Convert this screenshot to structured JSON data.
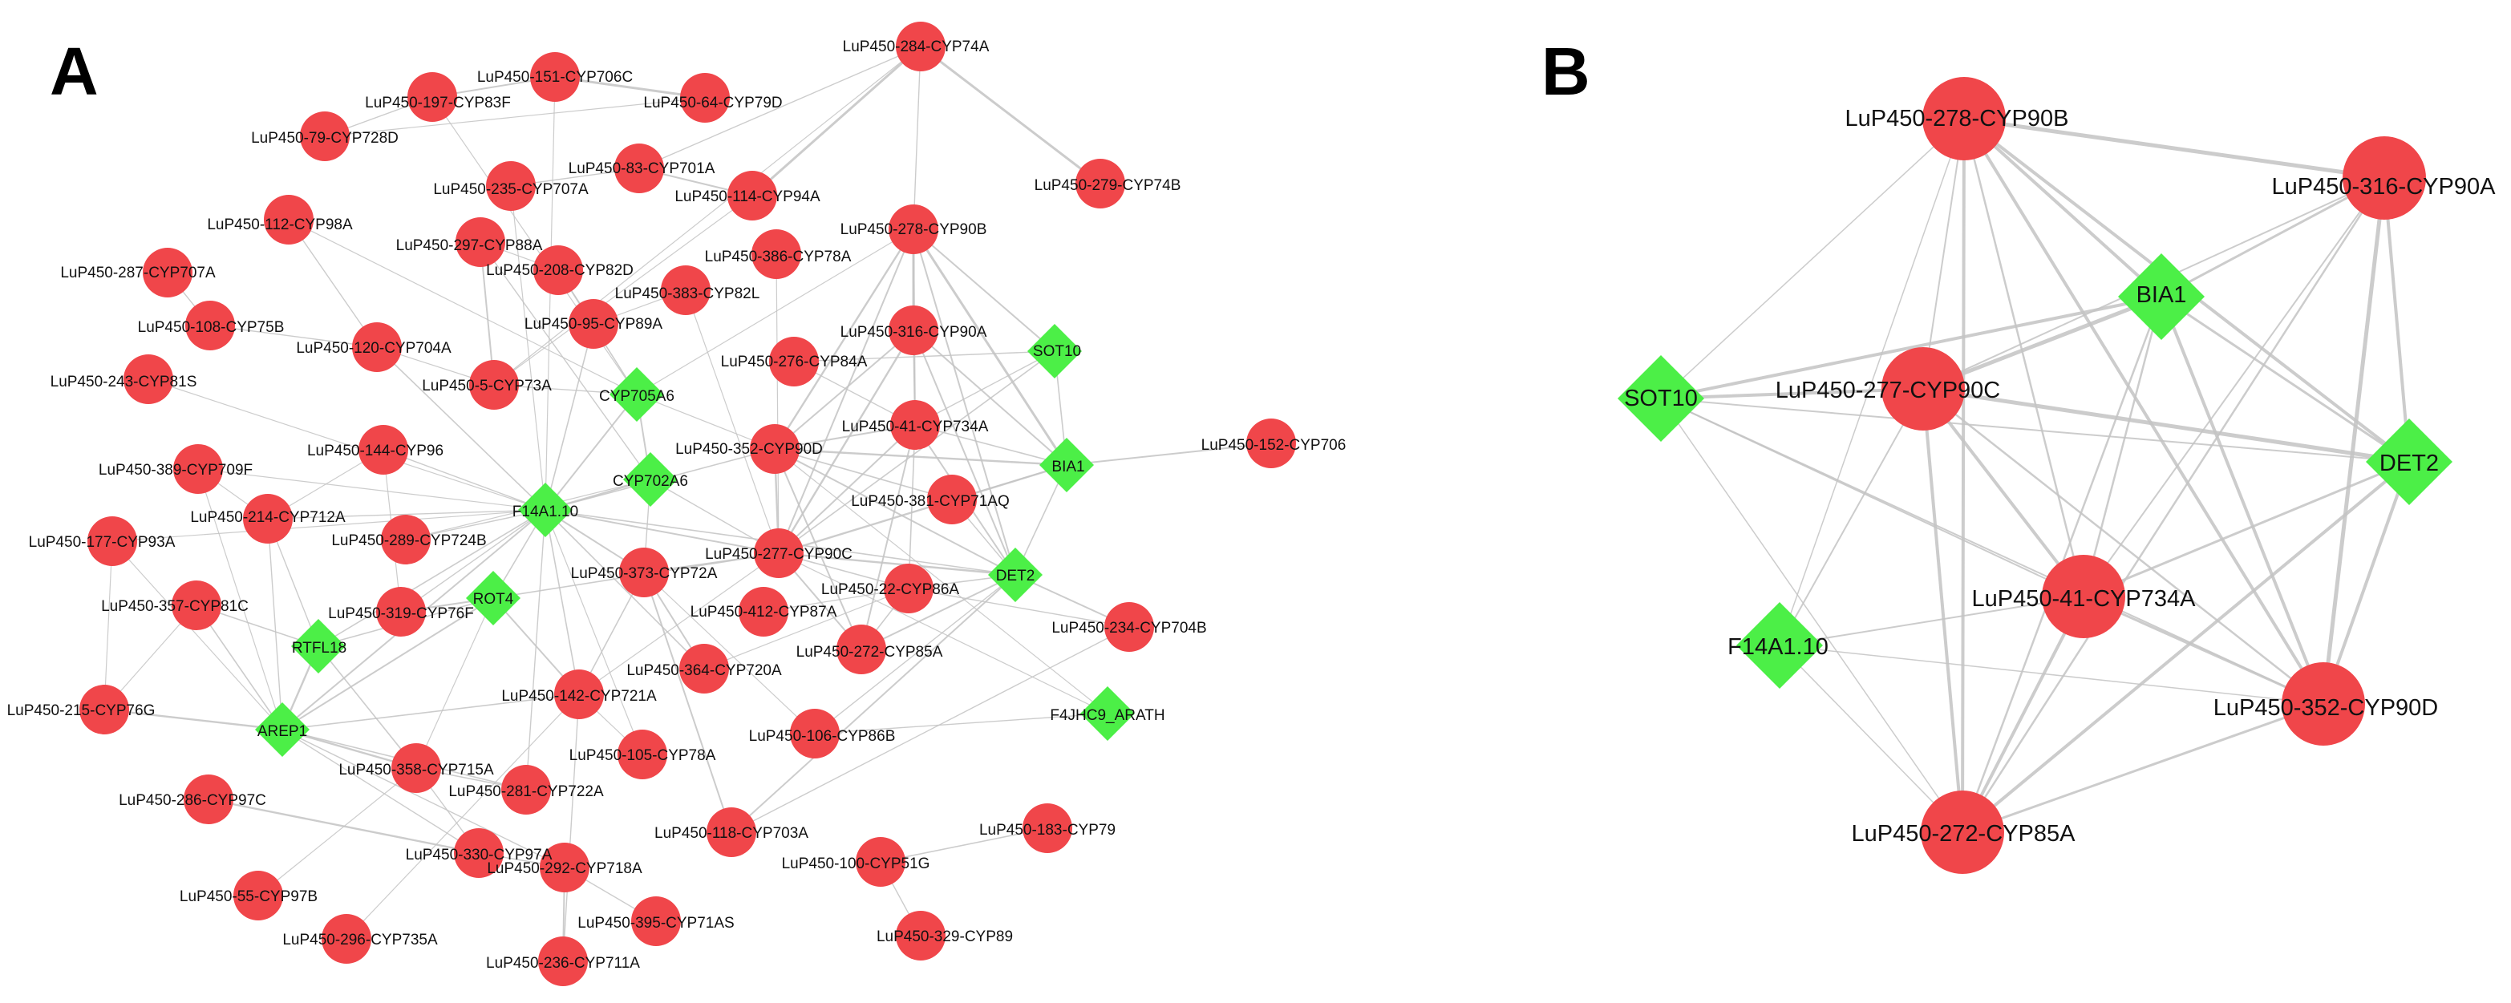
{
  "colors": {
    "gene_node": "#f0464a",
    "protein_node": "#4cef47",
    "edge": "#c4c4c4",
    "background": "#ffffff"
  },
  "panels": {
    "a": {
      "letter": "A",
      "nodes": [
        {
          "id": "n284",
          "label": "LuP450-284-CYP74A",
          "kind": "gene"
        },
        {
          "id": "n151",
          "label": "LuP450-151-CYP706C",
          "kind": "gene"
        },
        {
          "id": "n197",
          "label": "LuP450-197-CYP83F",
          "kind": "gene"
        },
        {
          "id": "n64",
          "label": "LuP450-64-CYP79D",
          "kind": "gene"
        },
        {
          "id": "n79",
          "label": "LuP450-79-CYP728D",
          "kind": "gene"
        },
        {
          "id": "n83",
          "label": "LuP450-83-CYP701A",
          "kind": "gene"
        },
        {
          "id": "n235",
          "label": "LuP450-235-CYP707A",
          "kind": "gene"
        },
        {
          "id": "n114",
          "label": "LuP450-114-CYP94A",
          "kind": "gene"
        },
        {
          "id": "n279",
          "label": "LuP450-279-CYP74B",
          "kind": "gene"
        },
        {
          "id": "n112",
          "label": "LuP450-112-CYP98A",
          "kind": "gene"
        },
        {
          "id": "n297",
          "label": "LuP450-297-CYP88A",
          "kind": "gene"
        },
        {
          "id": "n278",
          "label": "LuP450-278-CYP90B",
          "kind": "gene"
        },
        {
          "id": "n386",
          "label": "LuP450-386-CYP78A",
          "kind": "gene"
        },
        {
          "id": "n208",
          "label": "LuP450-208-CYP82D",
          "kind": "gene"
        },
        {
          "id": "n287",
          "label": "LuP450-287-CYP707A",
          "kind": "gene"
        },
        {
          "id": "n383",
          "label": "LuP450-383-CYP82L",
          "kind": "gene"
        },
        {
          "id": "n108",
          "label": "LuP450-108-CYP75B",
          "kind": "gene"
        },
        {
          "id": "n95",
          "label": "LuP450-95-CYP89A",
          "kind": "gene"
        },
        {
          "id": "n316",
          "label": "LuP450-316-CYP90A",
          "kind": "gene"
        },
        {
          "id": "n120",
          "label": "LuP450-120-CYP704A",
          "kind": "gene"
        },
        {
          "id": "sot10",
          "label": "SOT10",
          "kind": "protein"
        },
        {
          "id": "n243",
          "label": "LuP450-243-CYP81S",
          "kind": "gene"
        },
        {
          "id": "n5",
          "label": "LuP450-5-CYP73A",
          "kind": "gene"
        },
        {
          "id": "cyp705",
          "label": "CYP705A6",
          "kind": "protein"
        },
        {
          "id": "n276",
          "label": "LuP450-276-CYP84A",
          "kind": "gene"
        },
        {
          "id": "n41",
          "label": "LuP450-41-CYP734A",
          "kind": "gene"
        },
        {
          "id": "n152",
          "label": "LuP450-152-CYP706",
          "kind": "gene"
        },
        {
          "id": "n144",
          "label": "LuP450-144-CYP96",
          "kind": "gene"
        },
        {
          "id": "n352",
          "label": "LuP450-352-CYP90D",
          "kind": "gene"
        },
        {
          "id": "bia1",
          "label": "BIA1",
          "kind": "protein"
        },
        {
          "id": "n389",
          "label": "LuP450-389-CYP709F",
          "kind": "gene"
        },
        {
          "id": "cyp702",
          "label": "CYP702A6",
          "kind": "protein"
        },
        {
          "id": "n381",
          "label": "LuP450-381-CYP71AQ",
          "kind": "gene"
        },
        {
          "id": "n214",
          "label": "LuP450-214-CYP712A",
          "kind": "gene"
        },
        {
          "id": "f14",
          "label": "F14A1.10",
          "kind": "protein"
        },
        {
          "id": "n289",
          "label": "LuP450-289-CYP724B",
          "kind": "gene"
        },
        {
          "id": "n277",
          "label": "LuP450-277-CYP90C",
          "kind": "gene"
        },
        {
          "id": "n177",
          "label": "LuP450-177-CYP93A",
          "kind": "gene"
        },
        {
          "id": "det2",
          "label": "DET2",
          "kind": "protein"
        },
        {
          "id": "n373",
          "label": "LuP450-373-CYP72A",
          "kind": "gene"
        },
        {
          "id": "n22",
          "label": "LuP450-22-CYP86A",
          "kind": "gene"
        },
        {
          "id": "n357",
          "label": "LuP450-357-CYP81C",
          "kind": "gene"
        },
        {
          "id": "rot4",
          "label": "ROT4",
          "kind": "protein"
        },
        {
          "id": "n319",
          "label": "LuP450-319-CYP76F",
          "kind": "gene"
        },
        {
          "id": "n412",
          "label": "LuP450-412-CYP87A",
          "kind": "gene"
        },
        {
          "id": "n234",
          "label": "LuP450-234-CYP704B",
          "kind": "gene"
        },
        {
          "id": "rtfl18",
          "label": "RTFL18",
          "kind": "protein"
        },
        {
          "id": "n272",
          "label": "LuP450-272-CYP85A",
          "kind": "gene"
        },
        {
          "id": "n364",
          "label": "LuP450-364-CYP720A",
          "kind": "gene"
        },
        {
          "id": "n215",
          "label": "LuP450-215-CYP76G",
          "kind": "gene"
        },
        {
          "id": "n142",
          "label": "LuP450-142-CYP721A",
          "kind": "gene"
        },
        {
          "id": "arep1",
          "label": "AREP1",
          "kind": "protein"
        },
        {
          "id": "f4jhc9",
          "label": "F4JHC9_ARATH",
          "kind": "protein"
        },
        {
          "id": "n106",
          "label": "LuP450-106-CYP86B",
          "kind": "gene"
        },
        {
          "id": "n105",
          "label": "LuP450-105-CYP78A",
          "kind": "gene"
        },
        {
          "id": "n358",
          "label": "LuP450-358-CYP715A",
          "kind": "gene"
        },
        {
          "id": "n281",
          "label": "LuP450-281-CYP722A",
          "kind": "gene"
        },
        {
          "id": "n286",
          "label": "LuP450-286-CYP97C",
          "kind": "gene"
        },
        {
          "id": "n118",
          "label": "LuP450-118-CYP703A",
          "kind": "gene"
        },
        {
          "id": "n183",
          "label": "LuP450-183-CYP79",
          "kind": "gene"
        },
        {
          "id": "n330",
          "label": "LuP450-330-CYP97A",
          "kind": "gene"
        },
        {
          "id": "n100",
          "label": "LuP450-100-CYP51G",
          "kind": "gene"
        },
        {
          "id": "n292",
          "label": "LuP450-292-CYP718A",
          "kind": "gene"
        },
        {
          "id": "n55",
          "label": "LuP450-55-CYP97B",
          "kind": "gene"
        },
        {
          "id": "n395",
          "label": "LuP450-395-CYP71AS",
          "kind": "gene"
        },
        {
          "id": "n329",
          "label": "LuP450-329-CYP89",
          "kind": "gene"
        },
        {
          "id": "n296",
          "label": "LuP450-296-CYP735A",
          "kind": "gene"
        },
        {
          "id": "n236",
          "label": "LuP450-236-CYP711A",
          "kind": "gene"
        }
      ]
    },
    "b": {
      "letter": "B",
      "nodes": [
        {
          "id": "b278",
          "label": "LuP450-278-CYP90B",
          "kind": "gene"
        },
        {
          "id": "b316",
          "label": "LuP450-316-CYP90A",
          "kind": "gene"
        },
        {
          "id": "bbia1",
          "label": "BIA1",
          "kind": "protein"
        },
        {
          "id": "bsot10",
          "label": "SOT10",
          "kind": "protein"
        },
        {
          "id": "b277",
          "label": "LuP450-277-CYP90C",
          "kind": "gene"
        },
        {
          "id": "bdet2",
          "label": "DET2",
          "kind": "protein"
        },
        {
          "id": "b41",
          "label": "LuP450-41-CYP734A",
          "kind": "gene"
        },
        {
          "id": "bf14",
          "label": "F14A1.10",
          "kind": "protein"
        },
        {
          "id": "b352",
          "label": "LuP450-352-CYP90D",
          "kind": "gene"
        },
        {
          "id": "b272",
          "label": "LuP450-272-CYP85A",
          "kind": "gene"
        }
      ]
    }
  }
}
